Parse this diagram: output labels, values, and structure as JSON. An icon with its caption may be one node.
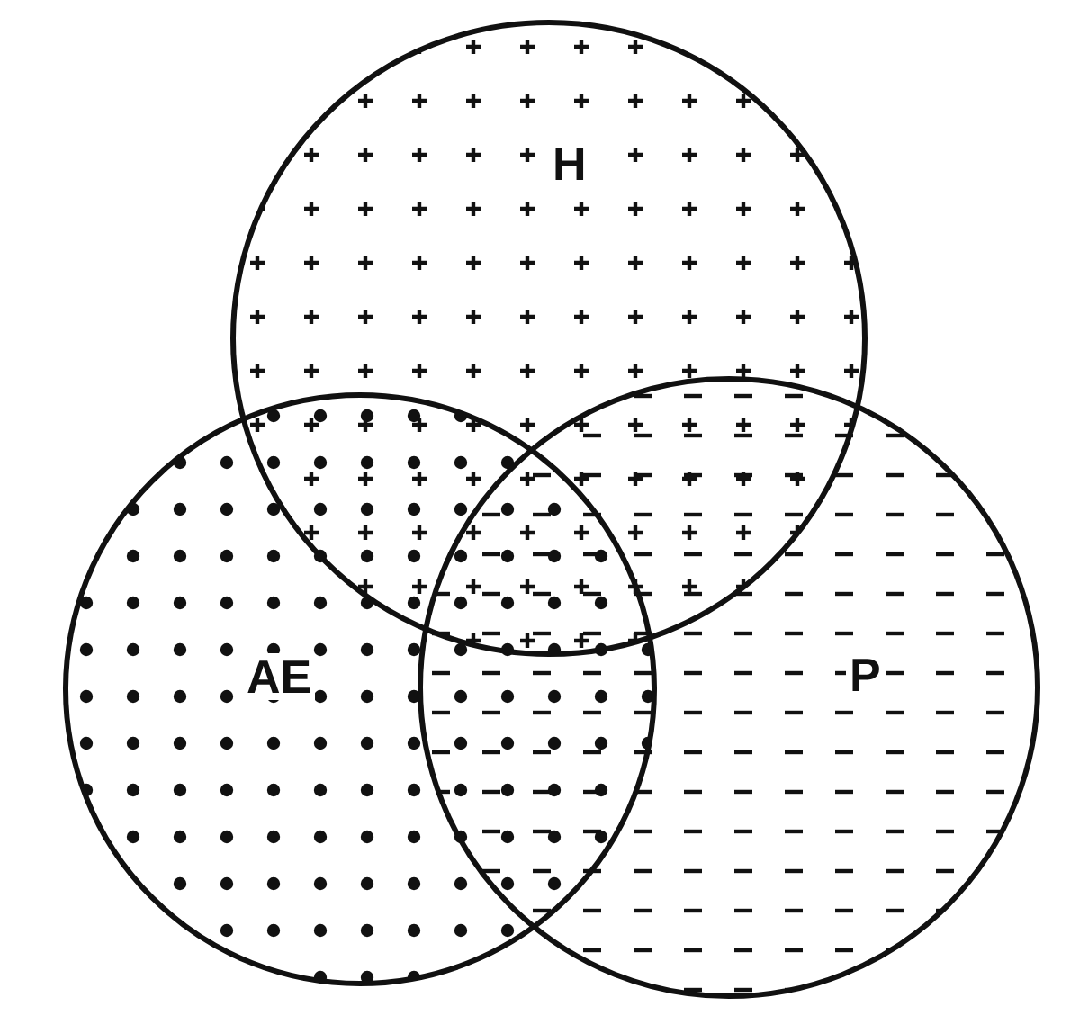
{
  "diagram": {
    "nodes": [
      {
        "text": [
          "H"
        ]
      },
      {
        "text": [
          "AE"
        ]
      },
      {
        "text": [
          "P"
        ]
      }
    ]
  }
}
